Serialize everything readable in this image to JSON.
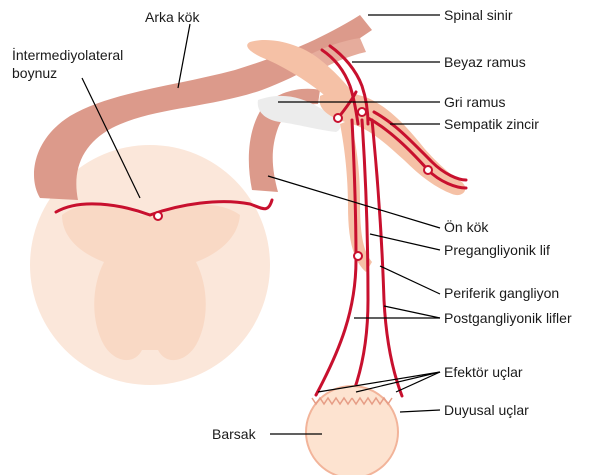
{
  "labels": {
    "dorsal_root": "Arka kök",
    "intermediolateral_horn": [
      "İntermediyolateral",
      "boynuz"
    ],
    "spinal_nerve": "Spinal sinir",
    "white_ramus": "Beyaz ramus",
    "gray_ramus": "Gri ramus",
    "sympathetic_chain": "Sempatik zincir",
    "ventral_root": "Ön kök",
    "preganglionic_fiber": "Pregangliyonik lif",
    "peripheral_ganglion": "Periferik gangliyon",
    "postganglionic_fibers": "Postgangliyonik lifler",
    "effector_endings": "Efektör uçlar",
    "sensory_endings": "Duyusal uçlar",
    "gut": "Barsak"
  },
  "colors": {
    "nerve_red": "#c8102e",
    "root_tissue": "#dc9a8b",
    "cord_fill": "#fbe7da",
    "gray_matter": "#f9d9c5",
    "chain_tissue": "#f5c1a6",
    "gut_fill": "#fde3d0",
    "leader_line": "#000000"
  }
}
